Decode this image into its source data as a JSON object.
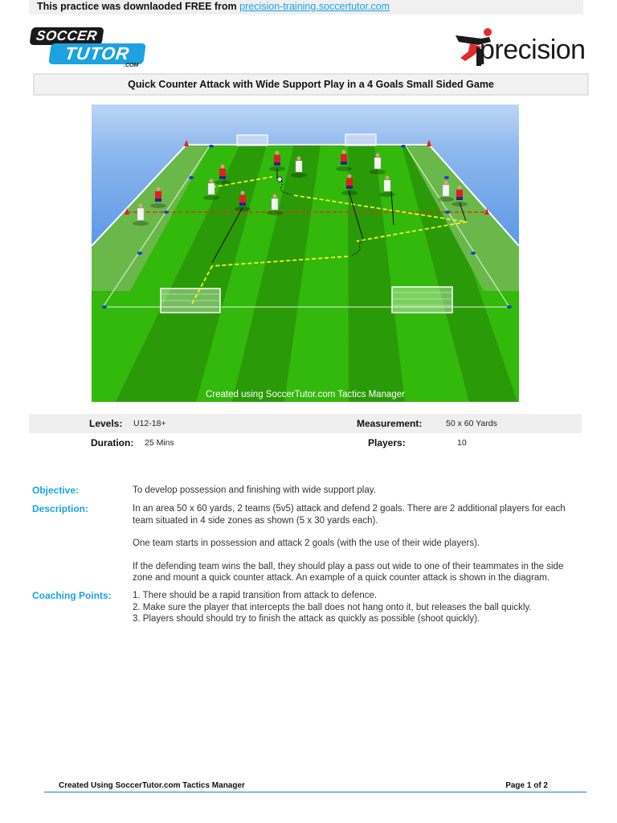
{
  "banner": {
    "text": "This practice was downlaoded FREE from",
    "link": "precision-training.soccertutor.com"
  },
  "logos": {
    "left": {
      "line1": "SOCCER",
      "line2": "TUTOR",
      "suffix": ".COM"
    },
    "right": {
      "word": "precision"
    }
  },
  "title": "Quick Counter Attack with Wide Support Play in a 4 Goals Small Sided Game",
  "diagram": {
    "credit": "Created using SoccerTutor.com Tactics Manager",
    "colors": {
      "pitch_light": "#33b80c",
      "pitch_dark": "#2a9a08",
      "side_zone": "#6ab84a",
      "team_a": "#e02020",
      "team_b": "#ffffff",
      "pass": "#f0f020",
      "halfway": "#e03020"
    }
  },
  "info": {
    "levels_label": "Levels:",
    "levels_value": "U12-18+",
    "measurement_label": "Measurement:",
    "measurement_value": "50 x 60 Yards",
    "duration_label": "Duration:",
    "duration_value": "25 Mins",
    "players_label": "Players:",
    "players_value": "10"
  },
  "objective": {
    "label": "Objective:",
    "text": "To develop possession and finishing with wide support play."
  },
  "description": {
    "label": "Description:",
    "paragraphs": [
      "In an area 50 x 60 yards, 2 teams (5v5) attack and defend 2 goals. There are 2 additional players for each team situated in 4 side zones as shown (5 x 30 yards each).",
      "One team starts in possession and attack 2 goals (with the use of their wide players).",
      "If the defending team wins the ball, they should play a pass out wide to one of their teammates in the side zone and mount a quick counter attack. An example of a quick counter attack is shown in the diagram."
    ]
  },
  "coaching": {
    "label": "Coaching Points:",
    "points": [
      "1. There should be a rapid transition from attack to defence.",
      "2. Make sure the player that intercepts the ball does not hang onto it, but releases the ball quickly.",
      "3. Players should should try to finish the attack as quickly as possible (shoot quickly)."
    ]
  },
  "footer": {
    "left": "Created Using SoccerTutor.com Tactics Manager",
    "right": "Page 1 of 2"
  }
}
